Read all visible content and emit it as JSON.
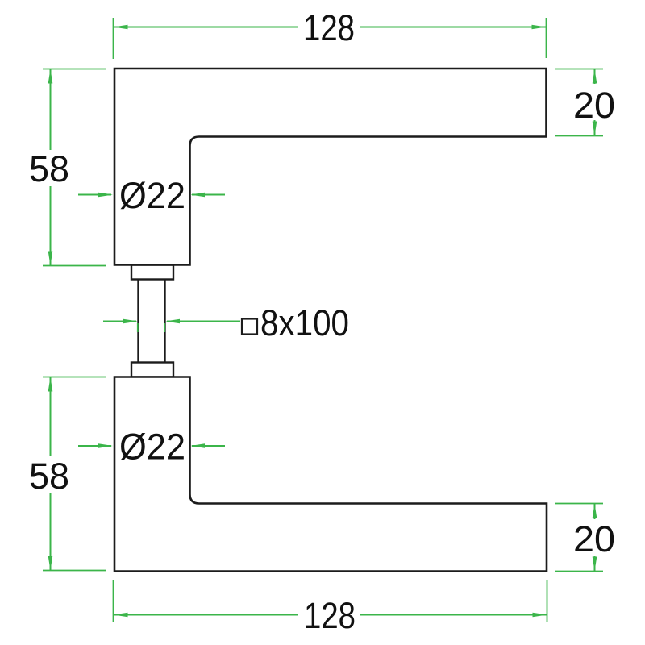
{
  "colors": {
    "dimension": "#3bb54a",
    "outline": "#1c1c1c",
    "label": "#111111",
    "background": "#ffffff"
  },
  "icons": {
    "square_section_icon": "□"
  },
  "dimensions": {
    "top_width": "128",
    "top_height": "58",
    "top_bar_thickness": "20",
    "top_grip_diameter": "Ø22",
    "spindle": "8x100",
    "bottom_grip_diameter": "Ø22",
    "bottom_height": "58",
    "bottom_bar_thickness": "20",
    "bottom_width": "128"
  }
}
